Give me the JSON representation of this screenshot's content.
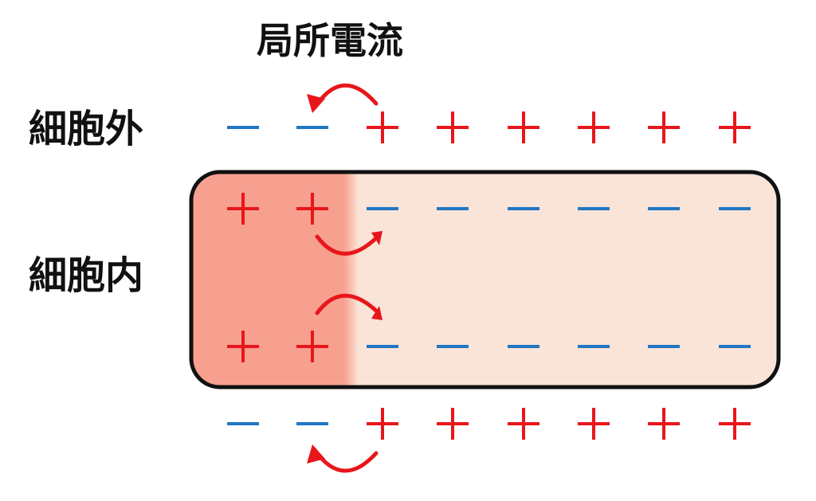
{
  "title": "局所電流",
  "outside_label": "細胞外",
  "inside_label": "細胞内",
  "colors": {
    "positive": "#e8161b",
    "negative": "#1f77c4",
    "arrow": "#e8161b",
    "depolarized_region": "#f8a090",
    "resting_region": "#fae4d8",
    "membrane_border": "#111111"
  },
  "charge_rows": [
    {
      "name": "outside-top",
      "charges": [
        "-",
        "-",
        "+",
        "+",
        "+",
        "+",
        "+",
        "+"
      ]
    },
    {
      "name": "inside-top",
      "charges": [
        "+",
        "+",
        "-",
        "-",
        "-",
        "-",
        "-",
        "-"
      ]
    },
    {
      "name": "inside-bottom",
      "charges": [
        "+",
        "+",
        "-",
        "-",
        "-",
        "-",
        "-",
        "-"
      ]
    },
    {
      "name": "outside-bottom",
      "charges": [
        "-",
        "-",
        "+",
        "+",
        "+",
        "+",
        "+",
        "+"
      ]
    }
  ],
  "current_arrows": [
    {
      "name": "outside-top-arrow",
      "direction": "left"
    },
    {
      "name": "inside-top-arrow",
      "direction": "right"
    },
    {
      "name": "inside-bottom-arrow",
      "direction": "right"
    },
    {
      "name": "outside-bottom-arrow",
      "direction": "left"
    }
  ]
}
